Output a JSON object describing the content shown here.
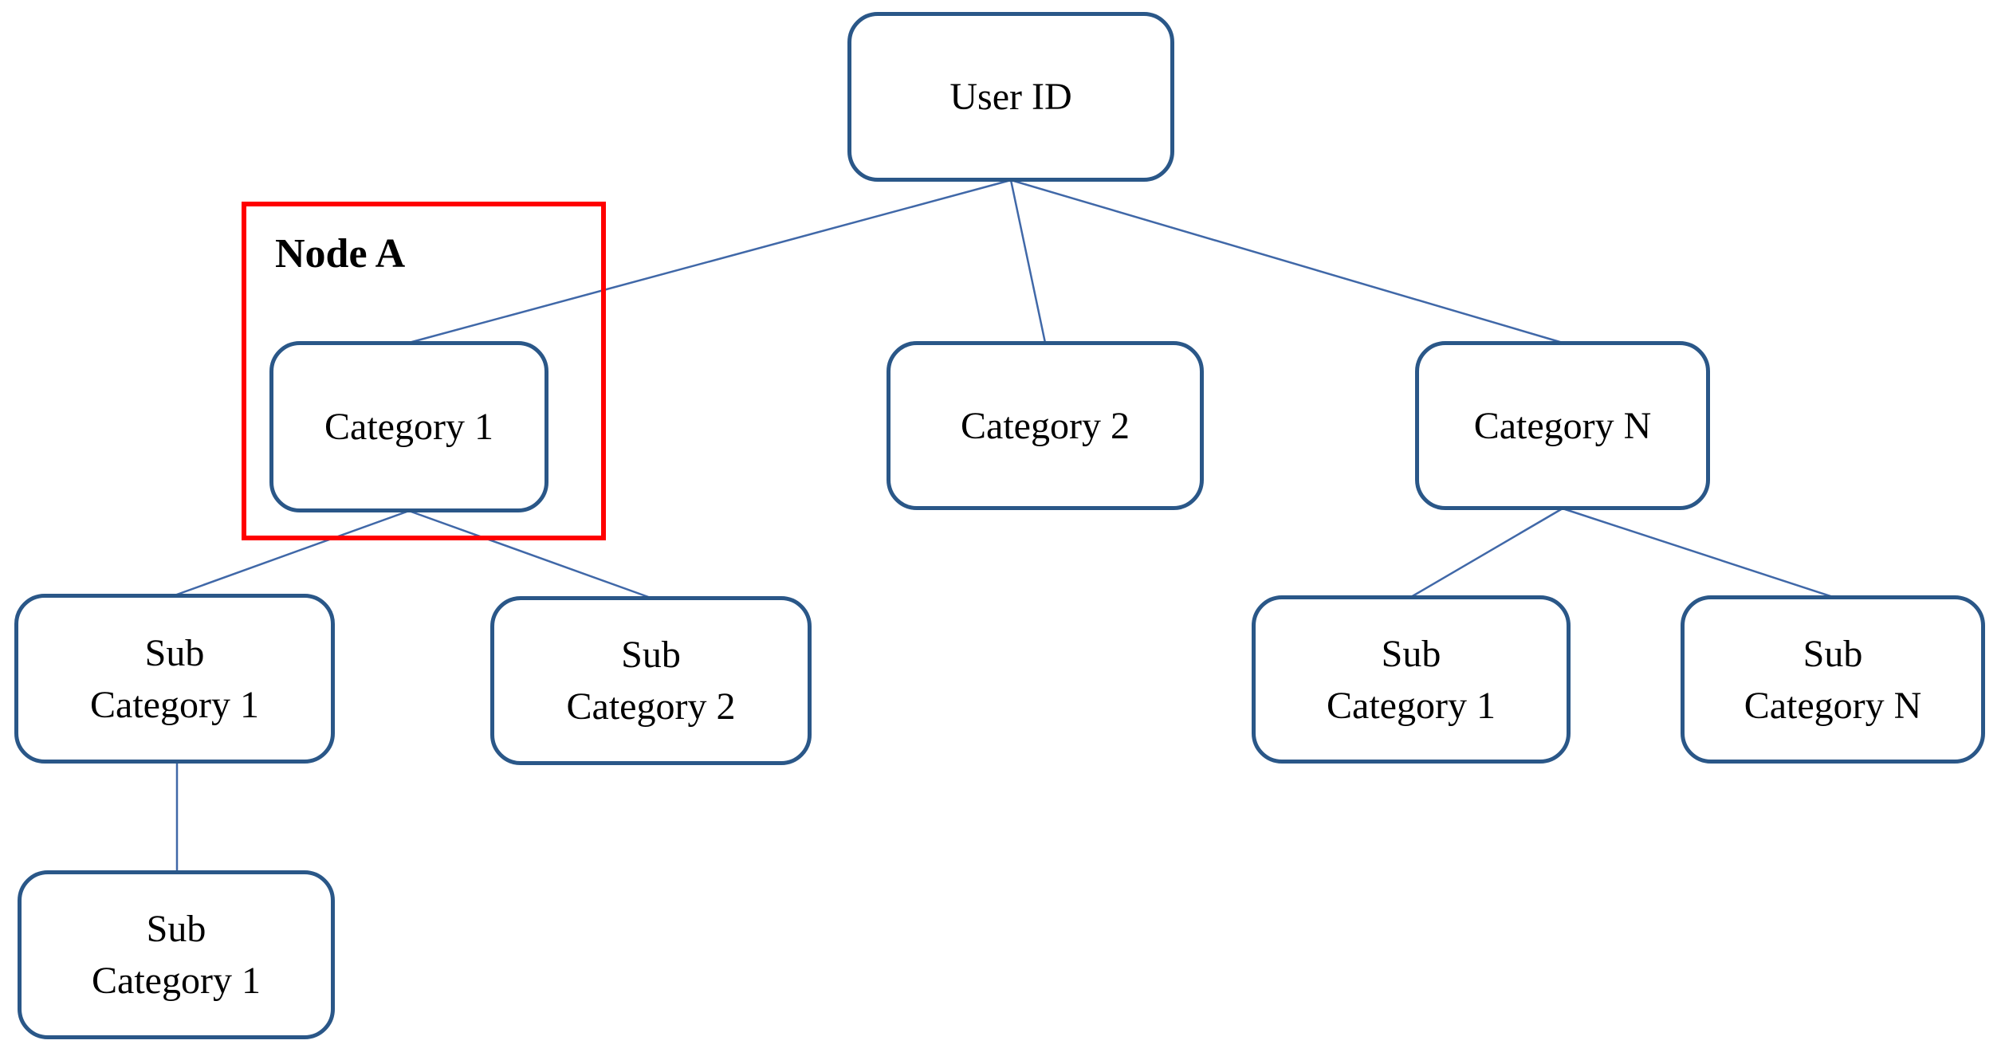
{
  "diagram": {
    "type": "tree",
    "annotation": {
      "label": "Node A",
      "border_color": "#ff0000"
    },
    "colors": {
      "node_border": "#2a5788",
      "edge_line": "#4068a8",
      "text": "#000000",
      "background": "#ffffff"
    },
    "nodes": [
      {
        "id": "user-id",
        "label": "User ID"
      },
      {
        "id": "category-1",
        "label": "Category 1"
      },
      {
        "id": "category-2",
        "label": "Category 2"
      },
      {
        "id": "category-n",
        "label": "Category N"
      },
      {
        "id": "sub-category-1-left",
        "label": "Sub\nCategory 1"
      },
      {
        "id": "sub-category-2",
        "label": "Sub\nCategory 2"
      },
      {
        "id": "sub-category-1-right",
        "label": "Sub\nCategory 1"
      },
      {
        "id": "sub-category-n",
        "label": "Sub\nCategory N"
      },
      {
        "id": "sub-category-1-bottom",
        "label": "Sub\nCategory 1"
      }
    ],
    "edges": [
      {
        "from": "user-id",
        "to": "category-1"
      },
      {
        "from": "user-id",
        "to": "category-2"
      },
      {
        "from": "user-id",
        "to": "category-n"
      },
      {
        "from": "category-1",
        "to": "sub-category-1-left"
      },
      {
        "from": "category-1",
        "to": "sub-category-2"
      },
      {
        "from": "category-n",
        "to": "sub-category-1-right"
      },
      {
        "from": "category-n",
        "to": "sub-category-n"
      },
      {
        "from": "sub-category-1-left",
        "to": "sub-category-1-bottom"
      }
    ]
  }
}
